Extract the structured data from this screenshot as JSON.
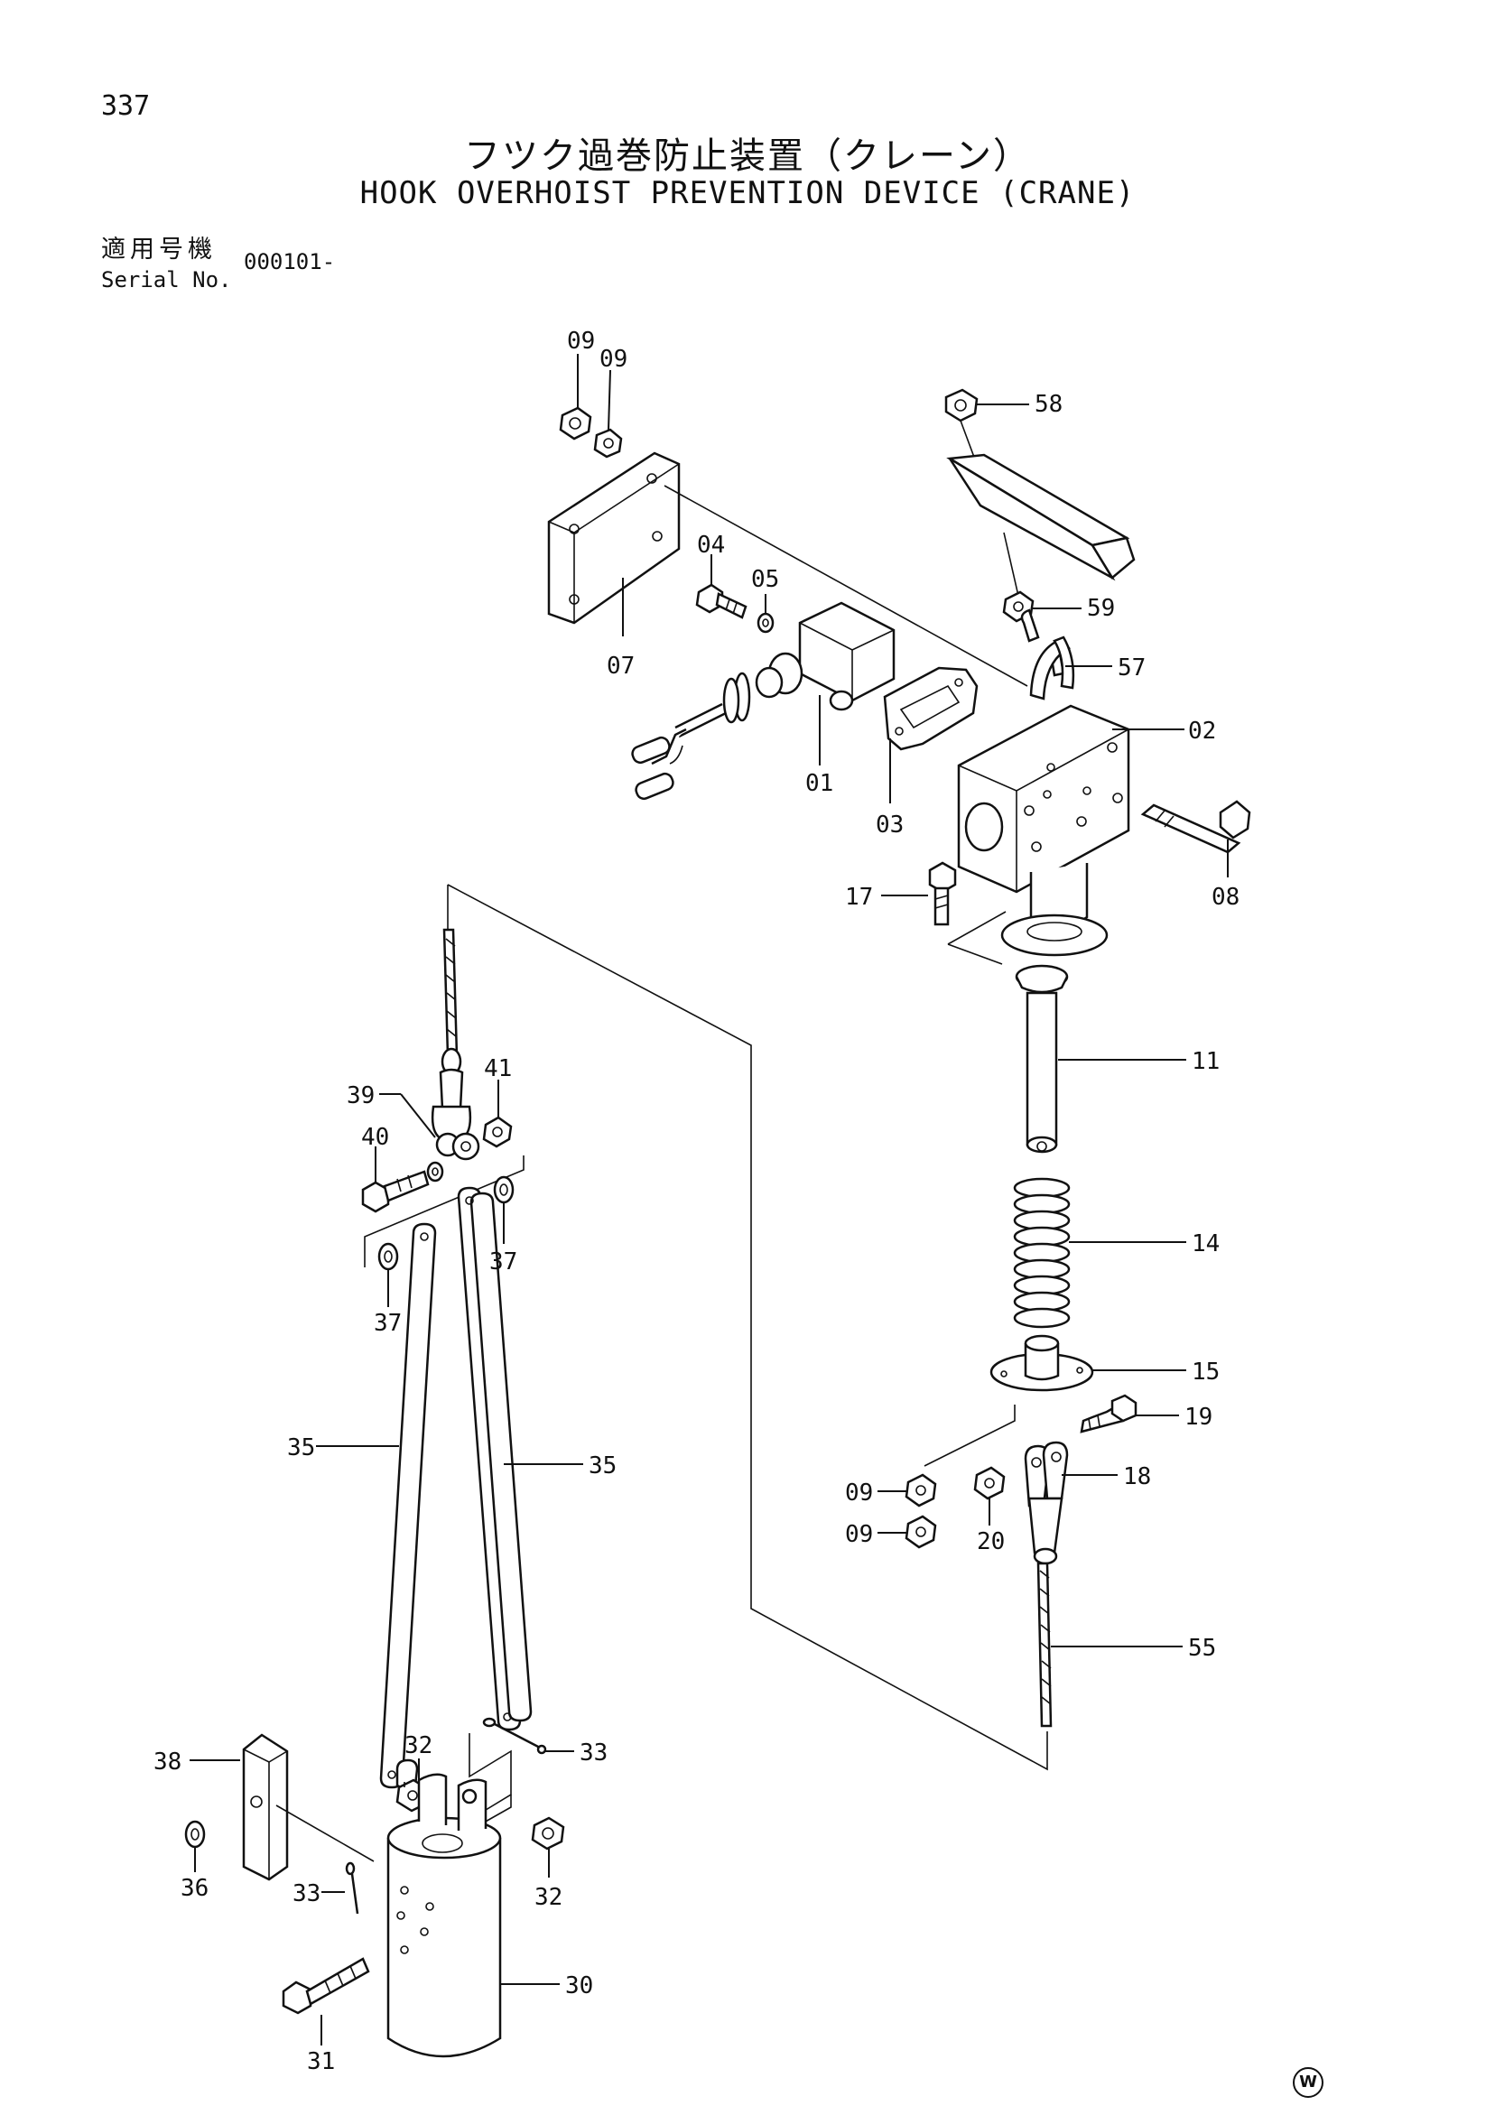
{
  "page_number": "337",
  "title_jp": "フツク過巻防止装置（クレーン）",
  "title_en": "HOOK OVERHOIST PREVENTION DEVICE (CRANE)",
  "serial": {
    "label_jp": "適用号機",
    "label_en": "Serial No.",
    "value": "000101-"
  },
  "publisher_mark": "W",
  "callouts": {
    "c09a": "09",
    "c09b": "09",
    "c58": "58",
    "c04": "04",
    "c05": "05",
    "c07": "07",
    "c59": "59",
    "c57": "57",
    "c02": "02",
    "c01": "01",
    "c03": "03",
    "c08": "08",
    "c17": "17",
    "c11": "11",
    "c41": "41",
    "c39": "39",
    "c40": "40",
    "c37a": "37",
    "c37b": "37",
    "c14": "14",
    "c15": "15",
    "c19": "19",
    "c35a": "35",
    "c35b": "35",
    "c18": "18",
    "c09c": "09",
    "c09d": "09",
    "c20": "20",
    "c55": "55",
    "c33a": "33",
    "c32a": "32",
    "c38": "38",
    "c32b": "32",
    "c36": "36",
    "c33b": "33",
    "c30": "30",
    "c31": "31"
  }
}
